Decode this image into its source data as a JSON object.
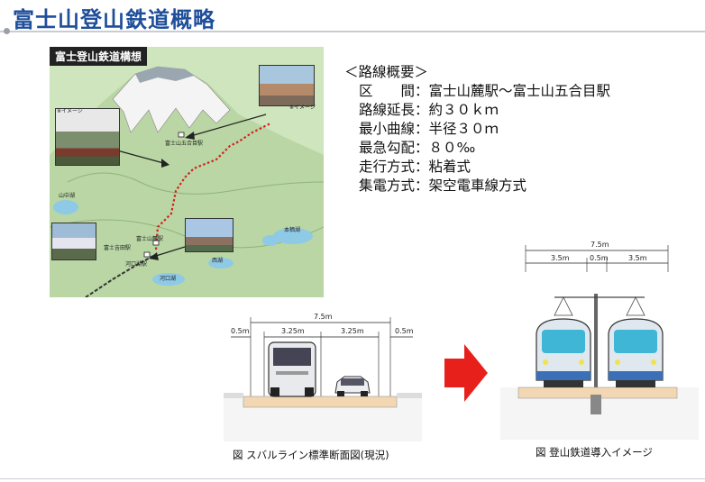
{
  "header": {
    "title": "富士山登山鉄道概略"
  },
  "map": {
    "title": "富士登山鉄道構想",
    "labels": {
      "station_gogome": "富士山五合目駅",
      "station_fumoto": "富士山麓駅",
      "station_yoshida": "富士吉田駅",
      "station_kawaguchiko": "河口湖駅",
      "image_left": "※イメージ",
      "image_right": "※イメージ",
      "lake_yamanaka": "山中湖",
      "lake_motosu": "本栖湖",
      "lake_sai": "西湖",
      "lake_kawaguchi": "河口湖"
    }
  },
  "overview": {
    "heading": "＜路線概要＞",
    "rows": [
      {
        "key": "区　　間",
        "value": "富士山麓駅～富士山五合目駅"
      },
      {
        "key": "路線延長",
        "value": "約３０ｋｍ"
      },
      {
        "key": "最小曲線",
        "value": "半径３０ｍ"
      },
      {
        "key": "最急勾配",
        "value": "８０‰"
      },
      {
        "key": "走行方式",
        "value": "粘着式"
      },
      {
        "key": "集電方式",
        "value": "架空電車線方式"
      }
    ],
    "separator": "："
  },
  "figure_left": {
    "dims": {
      "total": "7.5m",
      "lane1": "3.25m",
      "lane2": "3.25m",
      "shoulder_left": "0.5m",
      "shoulder_right": "0.5m"
    },
    "caption": "図  スバルライン標準断面図(現況)"
  },
  "figure_right": {
    "dims": {
      "total": "7.5m",
      "track_left": "3.5m",
      "center": "0.5m",
      "track_right": "3.5m"
    },
    "caption": "図  登山鉄道導入イメージ"
  },
  "colors": {
    "title": "#1f4e9a",
    "arrow": "#e8201c",
    "route": "#d42020",
    "train_body": "#dfe7ef",
    "train_window": "#3fb6d6"
  }
}
